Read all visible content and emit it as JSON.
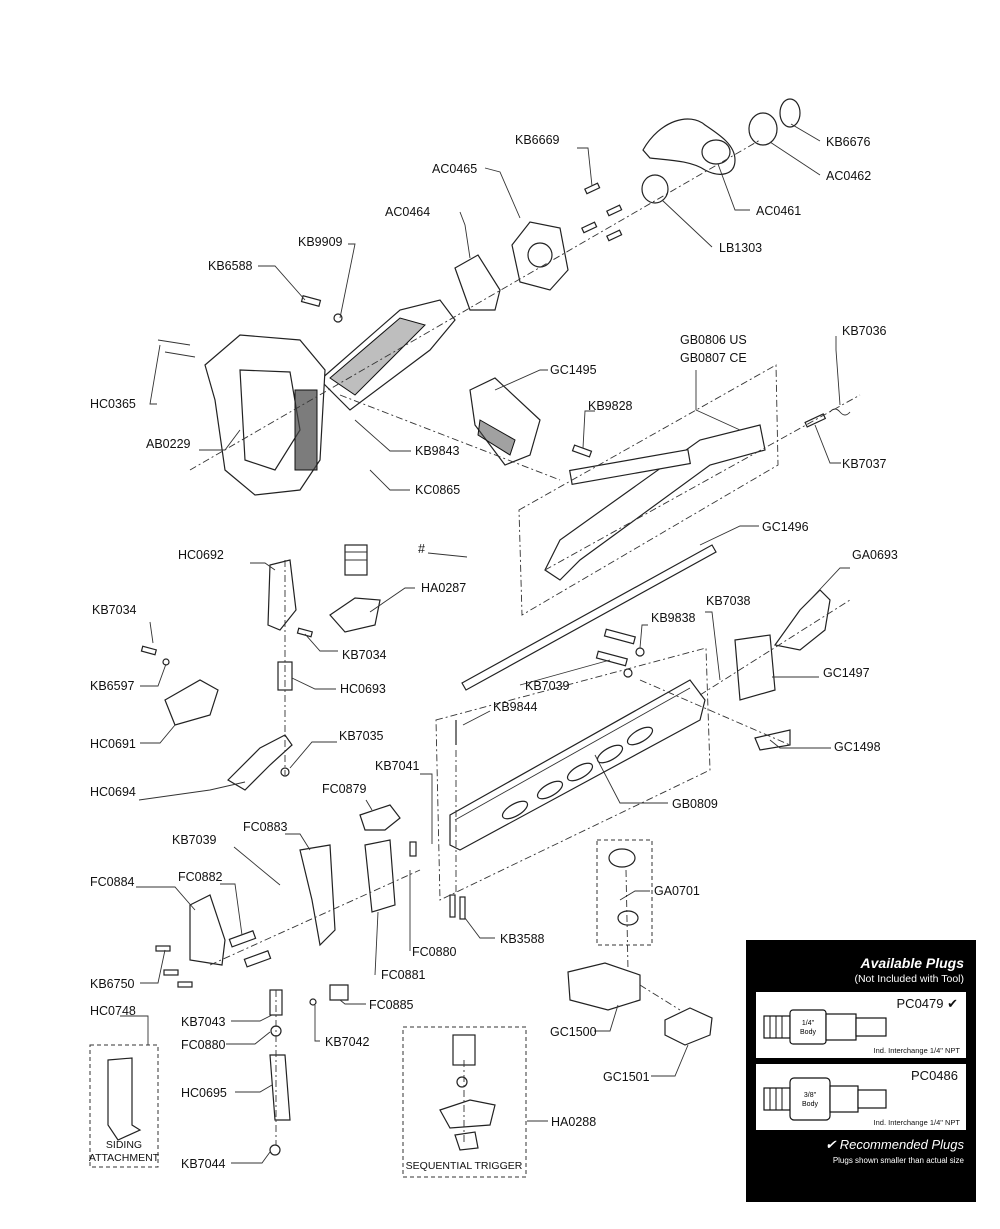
{
  "parts": {
    "KB6669": "KB6669",
    "KB6676": "KB6676",
    "AC0465": "AC0465",
    "AC0462": "AC0462",
    "AC0461": "AC0461",
    "AC0464": "AC0464",
    "LB1303": "LB1303",
    "KB9909": "KB9909",
    "KB6588": "KB6588",
    "GB0806": "GB0806 US",
    "GB0807": "GB0807 CE",
    "KB7036": "KB7036",
    "GC1495": "GC1495",
    "HC0365": "HC0365",
    "KB9828": "KB9828",
    "AB0229": "AB0229",
    "KB9843": "KB9843",
    "KB7037": "KB7037",
    "KC0865": "KC0865",
    "GC1496": "GC1496",
    "HC0692": "HC0692",
    "HASH": "#",
    "GA0693": "GA0693",
    "HA0287": "HA0287",
    "KB7034a": "KB7034",
    "KB7038": "KB7038",
    "KB9838": "KB9838",
    "KB7034b": "KB7034",
    "KB6597": "KB6597",
    "GC1497": "GC1497",
    "KB7039a": "KB7039",
    "HC0693": "HC0693",
    "KB9844": "KB9844",
    "HC0691": "HC0691",
    "KB7035": "KB7035",
    "GC1498": "GC1498",
    "KB7041": "KB7041",
    "HC0694": "HC0694",
    "FC0879": "FC0879",
    "GB0809": "GB0809",
    "FC0883": "FC0883",
    "KB7039b": "KB7039",
    "FC0884": "FC0884",
    "FC0882": "FC0882",
    "GA0701": "GA0701",
    "KB3588": "KB3588",
    "FC0880a": "FC0880",
    "KB6750": "KB6750",
    "FC0881": "FC0881",
    "HC0748": "HC0748",
    "FC0885": "FC0885",
    "KB7043": "KB7043",
    "GC1500": "GC1500",
    "FC0880b": "FC0880",
    "KB7042": "KB7042",
    "HC0695": "HC0695",
    "HA0288": "HA0288",
    "GC1501": "GC1501",
    "KB7044": "KB7044"
  },
  "captions": {
    "siding_1": "SIDING",
    "siding_2": "ATTACHMENT",
    "sequential": "SEQUENTIAL TRIGGER"
  },
  "plugs": {
    "title": "Available Plugs",
    "subtitle": "(Not Included with Tool)",
    "plug1": {
      "code": "PC0479 ✔",
      "body1": "1/4\"",
      "body2": "Body",
      "interchange": "Ind. Interchange 1/4\" NPT"
    },
    "plug2": {
      "code": "PC0486",
      "body1": "3/8\"",
      "body2": "Body",
      "interchange": "Ind. Interchange 1/4\" NPT"
    },
    "recommended": "✔ Recommended Plugs",
    "note": "Plugs shown smaller than actual size"
  },
  "colors": {
    "ink": "#111111",
    "panel": "#000000"
  }
}
